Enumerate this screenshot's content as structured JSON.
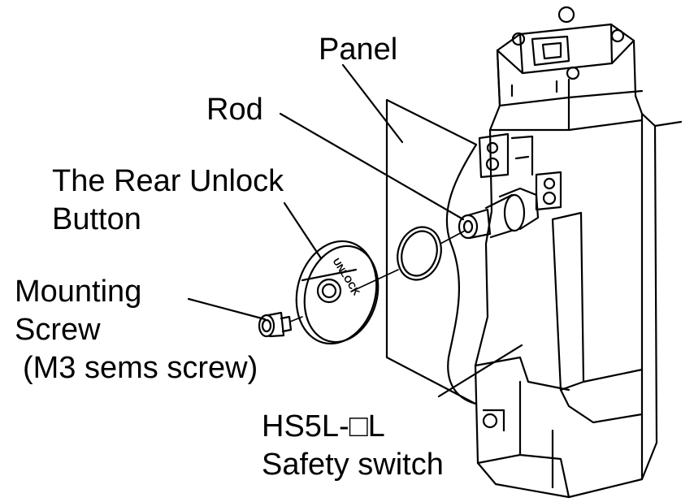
{
  "labels": {
    "panel": "Panel",
    "rod": "Rod",
    "rear_unlock_line1": "The Rear Unlock",
    "rear_unlock_line2": "Button",
    "mounting_line1": "Mounting",
    "mounting_line2": "Screw",
    "mounting_line3": "(M3 sems screw)",
    "switch_line1": "HS5L-□L",
    "switch_line2": "Safety switch"
  },
  "button_engraving": "UNLOCK",
  "colors": {
    "ink": "#000000",
    "paper": "#ffffff"
  }
}
